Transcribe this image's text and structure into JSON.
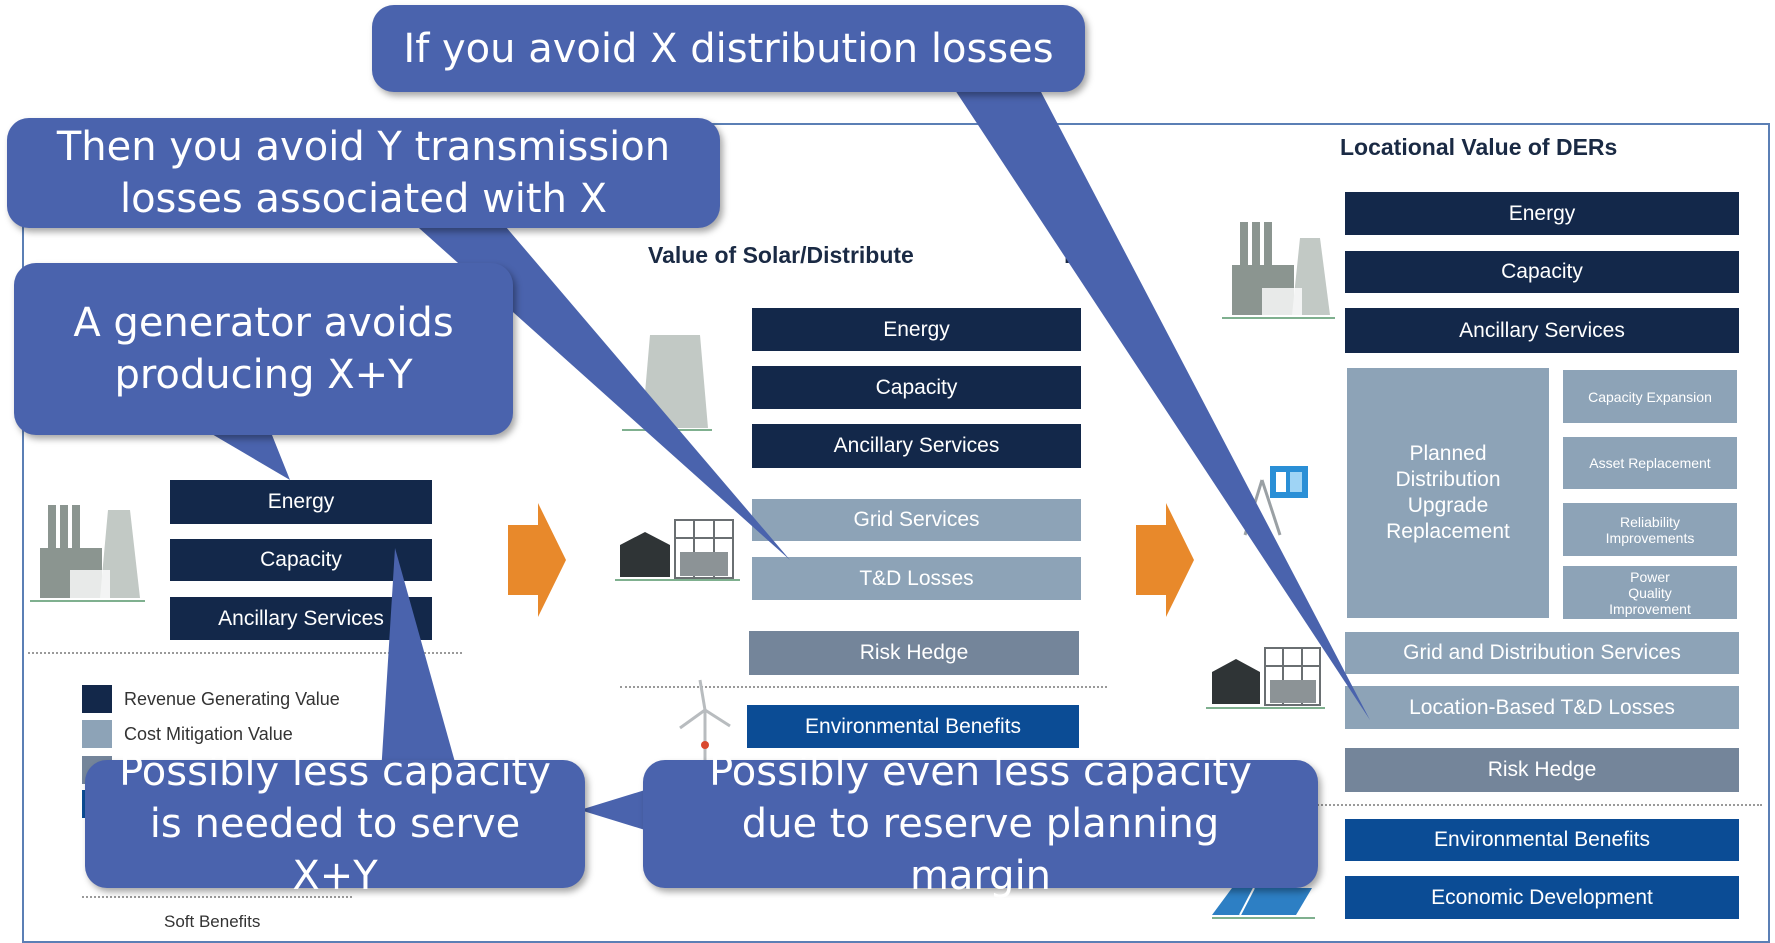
{
  "callouts": {
    "top": "If you avoid X distribution losses",
    "transmission": "Then you avoid Y transmission losses associated with X",
    "generator": "A generator avoids producing X+Y",
    "capacity": "Possibly less capacity is needed to serve X+Y",
    "reserve": "Possibly even less capacity due to reserve planning margin"
  },
  "panel_left": {
    "bars": [
      "Energy",
      "Capacity",
      "Ancillary Services"
    ],
    "legend": [
      "Revenue Generating Value",
      "Cost Mitigation Value"
    ],
    "soft_benefits": "Soft Benefits"
  },
  "panel_middle": {
    "heading_start": "Value of Solar/Distribute",
    "heading_end": "ion",
    "bars": [
      "Energy",
      "Capacity",
      "Ancillary Services",
      "Grid Services",
      "T&D Losses",
      "Risk Hedge",
      "Environmental Benefits"
    ]
  },
  "panel_right": {
    "heading": "Locational Value of DERs",
    "top_bars": [
      "Energy",
      "Capacity",
      "Ancillary Services"
    ],
    "planned": "Planned Distribution Upgrade Replacement",
    "sub_items": [
      "Capacity Expansion",
      "Asset Replacement",
      "Reliability Improvements",
      "Power Quality Improvement"
    ],
    "bottom_bars": [
      "Grid and Distribution Services",
      "Location-Based T&D Losses",
      "Risk Hedge",
      "Environmental Benefits",
      "Economic Development"
    ]
  },
  "colors": {
    "revenue": "#13284a",
    "cost_mitigation": "#8da3b7",
    "risk": "#74859a",
    "environmental": "#0b4c95",
    "callout": "#4a63ad",
    "arrow": "#e8892b"
  },
  "icons": [
    "power-plant-icon",
    "substation-icon",
    "wind-turbine-icon",
    "ev-charger-icon",
    "solar-panel-icon",
    "forward-arrow-icon"
  ]
}
